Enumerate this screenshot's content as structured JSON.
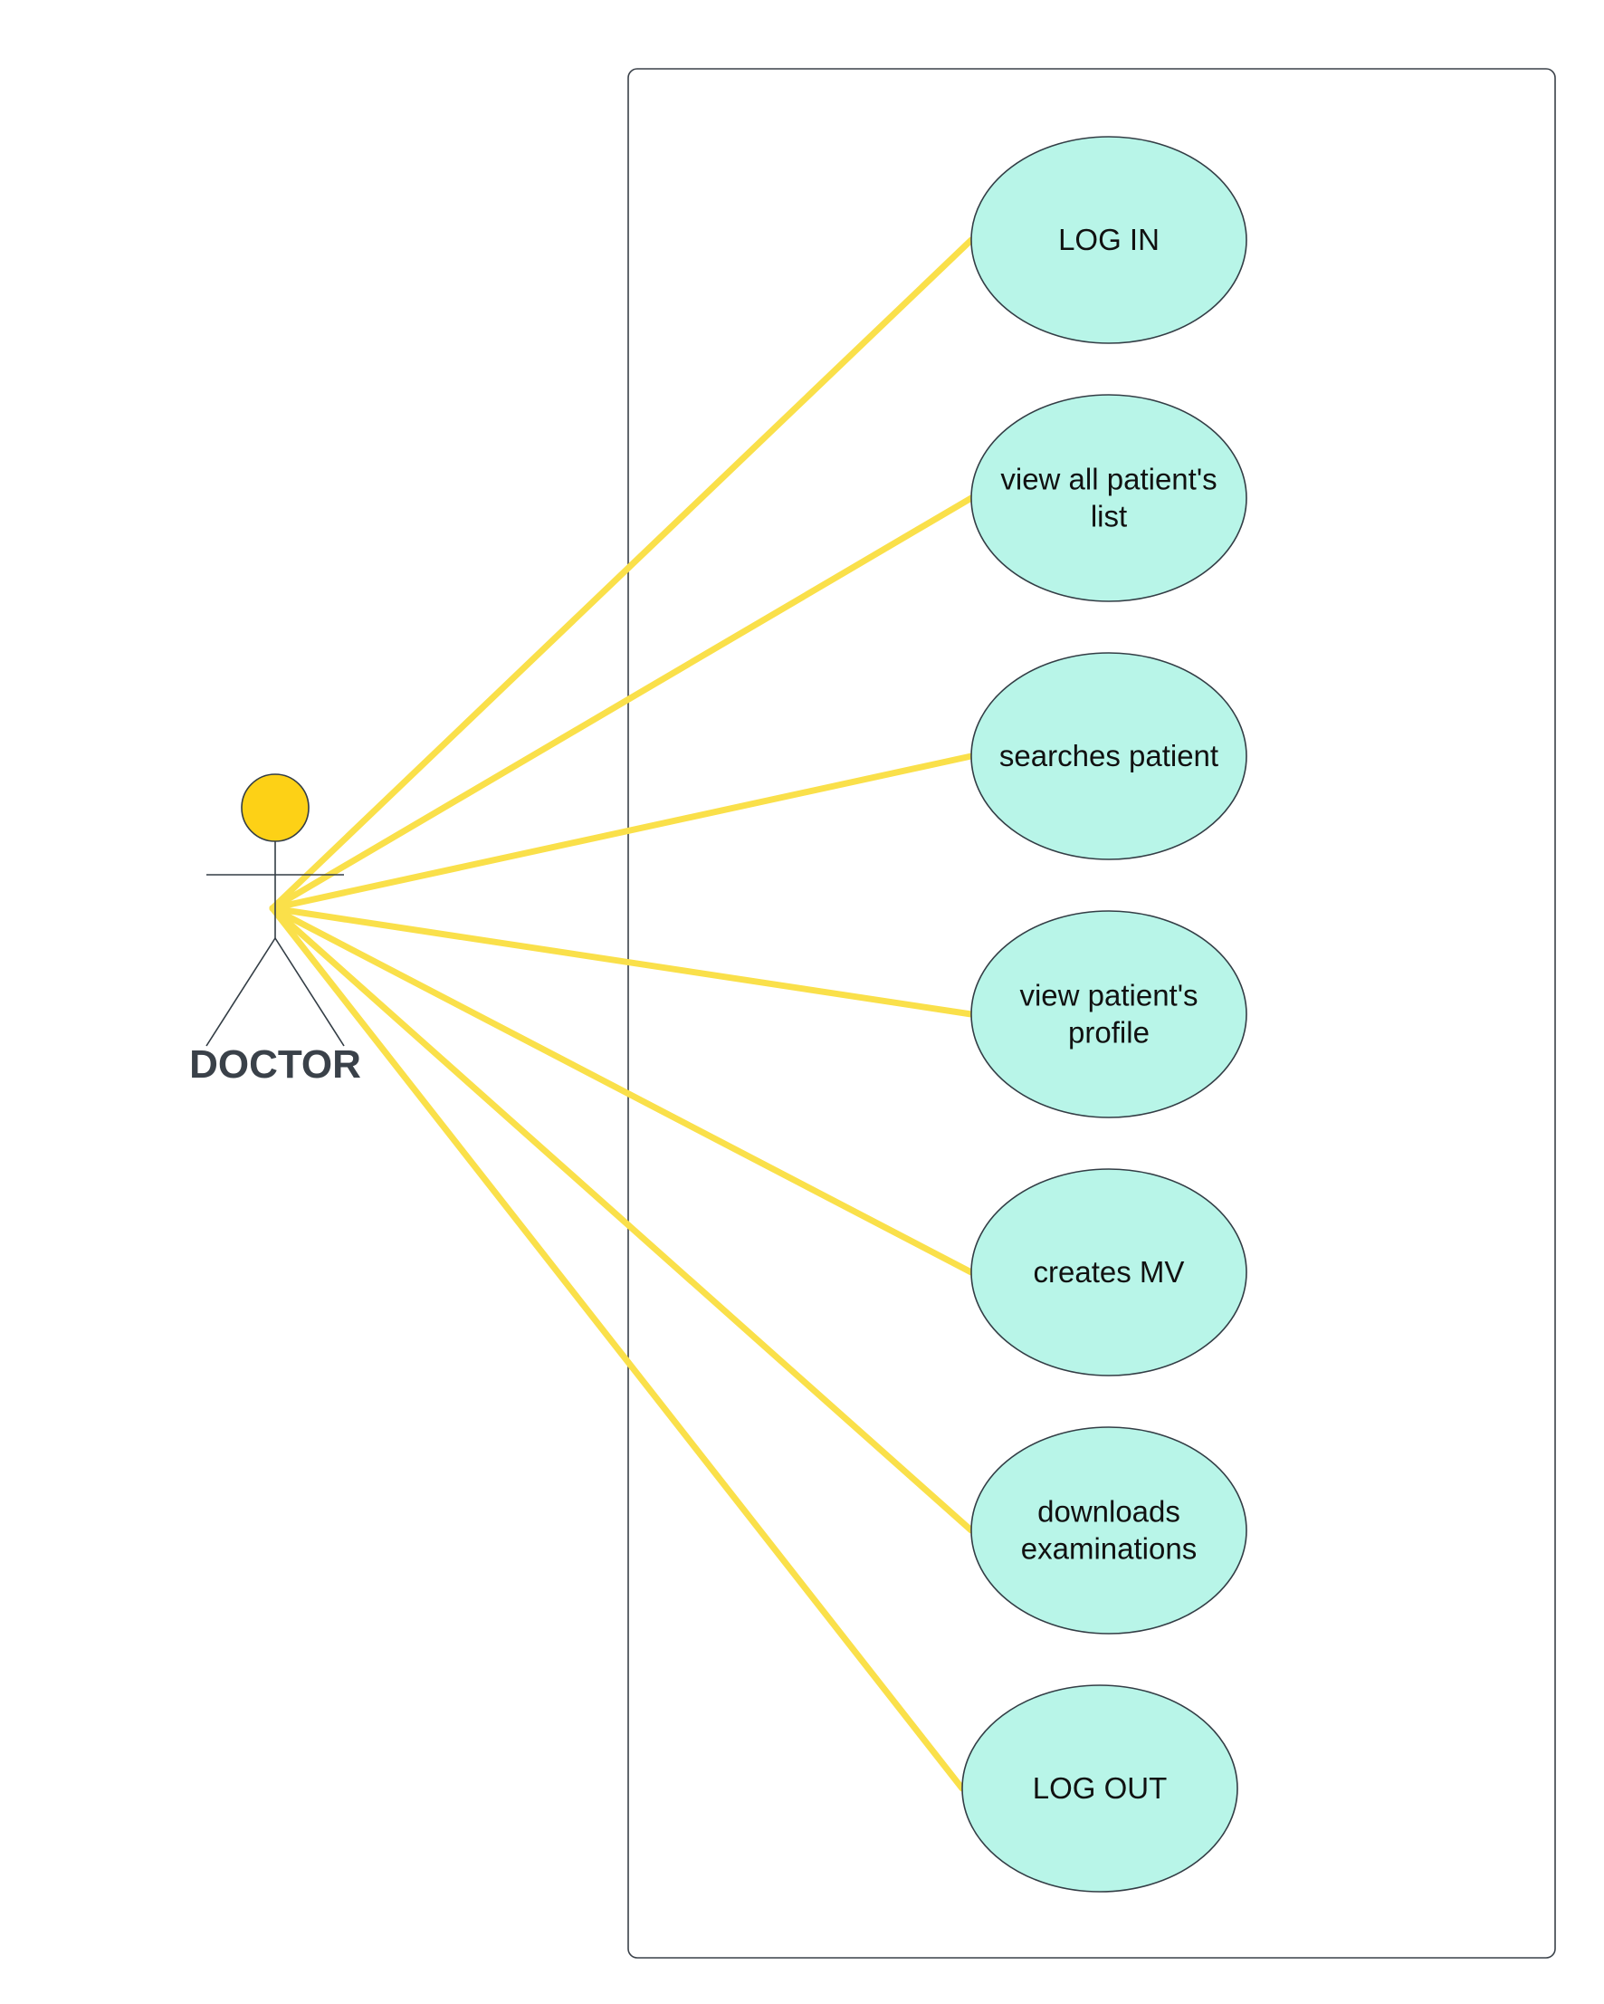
{
  "colors": {
    "association": "#fae04a",
    "usecase_fill": "#b8f5e8",
    "actor_head": "#fdd116",
    "outline": "#333d45",
    "actor_label": "#3a4149"
  },
  "actor": {
    "label": "DOCTOR"
  },
  "use_cases": [
    {
      "id": "log-in",
      "lines": [
        "LOG IN"
      ]
    },
    {
      "id": "view-all-patients-list",
      "lines": [
        "view all patient's",
        "list"
      ]
    },
    {
      "id": "searches-patient",
      "lines": [
        "searches patient"
      ]
    },
    {
      "id": "view-patients-profile",
      "lines": [
        "view patient's",
        "profile"
      ]
    },
    {
      "id": "creates-mv",
      "lines": [
        "creates MV"
      ]
    },
    {
      "id": "downloads-examinations",
      "lines": [
        "downloads",
        "examinations"
      ]
    },
    {
      "id": "log-out",
      "lines": [
        "LOG OUT"
      ]
    }
  ],
  "associations": [
    {
      "from": "actor",
      "to": "log-in"
    },
    {
      "from": "actor",
      "to": "view-all-patients-list"
    },
    {
      "from": "actor",
      "to": "searches-patient"
    },
    {
      "from": "actor",
      "to": "view-patients-profile"
    },
    {
      "from": "actor",
      "to": "creates-mv"
    },
    {
      "from": "actor",
      "to": "downloads-examinations"
    },
    {
      "from": "actor",
      "to": "log-out"
    }
  ]
}
